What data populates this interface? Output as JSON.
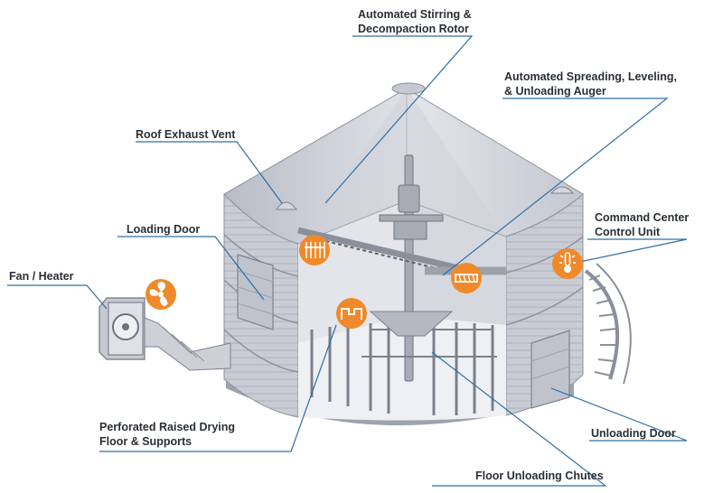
{
  "labels": {
    "rotor": [
      "Automated Stirring &",
      "Decompaction Rotor"
    ],
    "auger": [
      "Automated Spreading, Leveling,",
      "& Unloading Auger"
    ],
    "roof_vent": "Roof Exhaust Vent",
    "loading_door": "Loading Door",
    "command": [
      "Command Center",
      "Control Unit"
    ],
    "fan": "Fan / Heater",
    "floor": [
      "Perforated Raised Drying",
      "Floor & Supports"
    ],
    "unloading_door": "Unloading Door",
    "chutes": "Floor Unloading Chutes"
  },
  "colors": {
    "leader": "#2f6fa8",
    "badge": "#ef8a2c",
    "metal_light": "#d9dce3",
    "metal_mid": "#b9bdc7",
    "metal_dark": "#8d929c",
    "interior": "#e9ebf0",
    "text": "#2a2f36"
  },
  "icons": [
    "fan-icon",
    "rake-icon",
    "chute-icon",
    "auger-icon",
    "thermometer-icon"
  ]
}
